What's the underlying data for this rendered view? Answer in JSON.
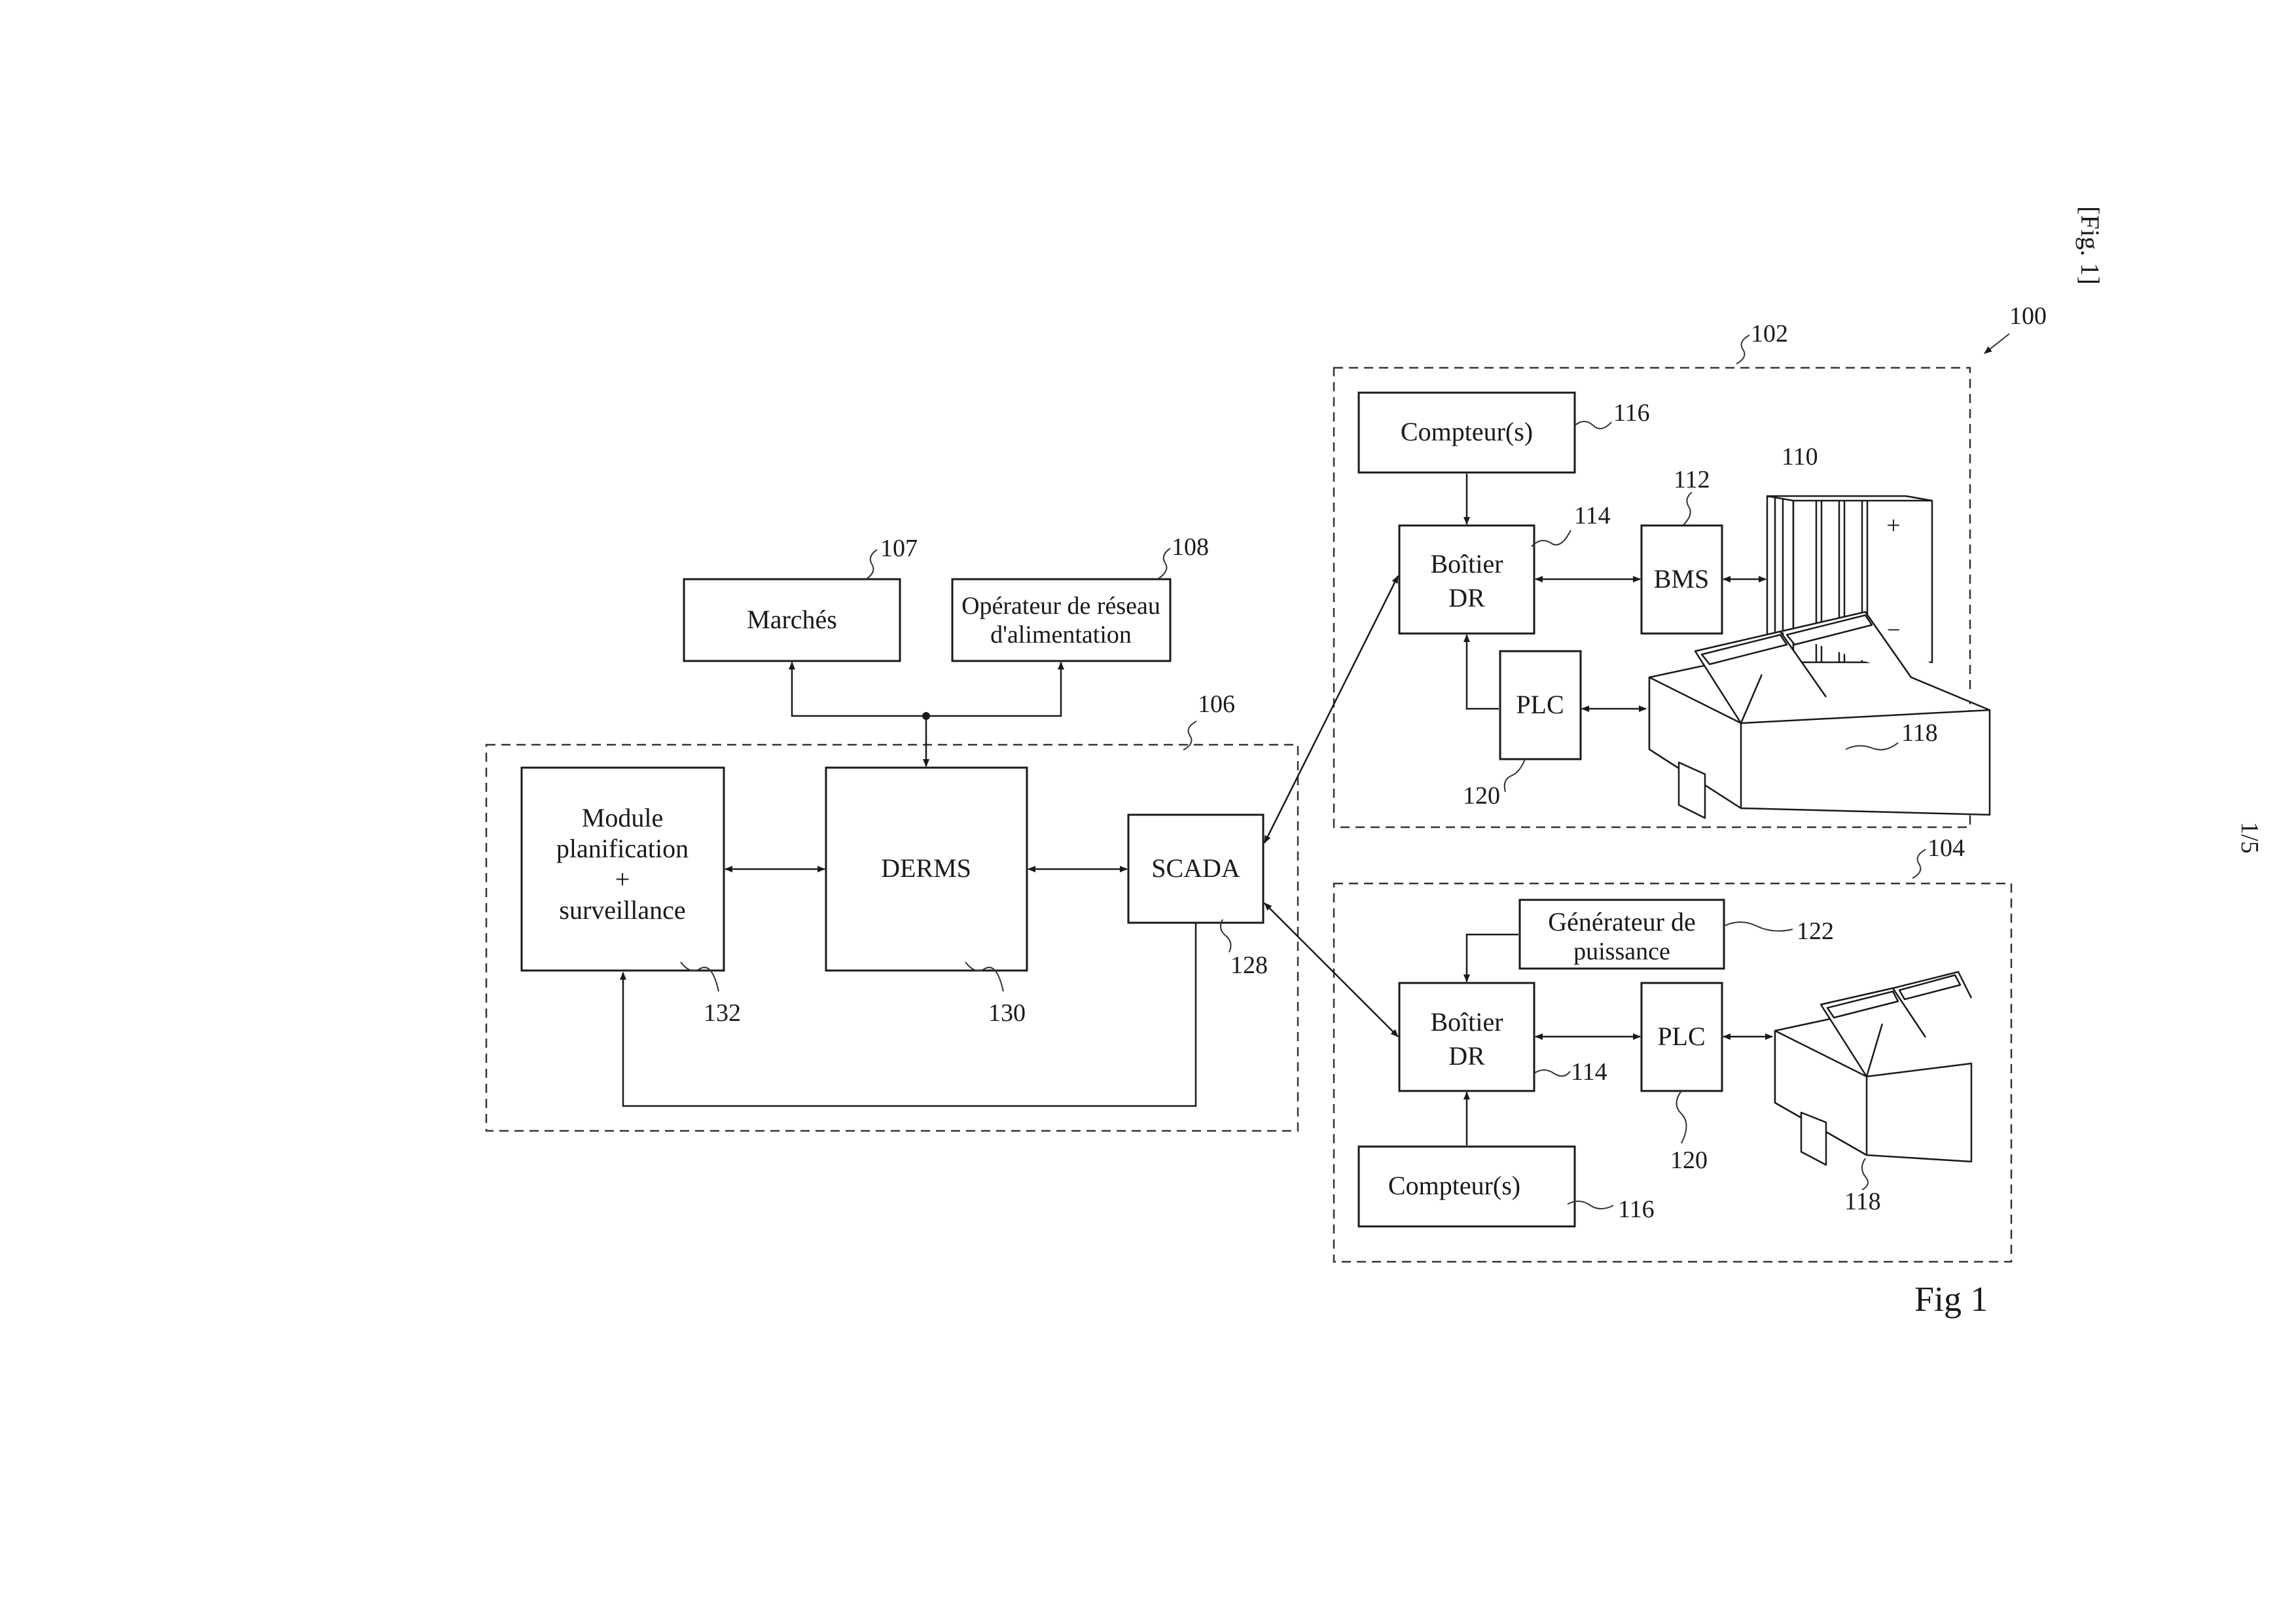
{
  "page": {
    "header_label": "[Fig. 1]",
    "page_number": "1/5",
    "figure_caption": "Fig 1"
  },
  "system_ref": "100",
  "central": {
    "ref": "106",
    "planning_module": {
      "line1": "Module",
      "line2": "planification",
      "line3": "+",
      "line4": "surveillance",
      "ref": "132"
    },
    "derms": {
      "label": "DERMS",
      "ref": "130"
    },
    "scada": {
      "label": "SCADA",
      "ref": "128"
    }
  },
  "external": {
    "markets": {
      "label": "Marchés",
      "ref": "107"
    },
    "grid_operator": {
      "line1": "Opérateur de réseau",
      "line2": "d'alimentation",
      "ref": "108"
    }
  },
  "site_a": {
    "ref": "102",
    "meter": {
      "label": "Compteur(s)",
      "ref": "116"
    },
    "dr_box": {
      "line1": "Boîtier",
      "line2": "DR",
      "ref": "114"
    },
    "bms": {
      "label": "BMS",
      "ref": "112"
    },
    "battery": {
      "ref": "110",
      "plus": "+",
      "minus": "−"
    },
    "plc": {
      "label": "PLC",
      "ref": "120"
    },
    "factory": {
      "ref": "118"
    }
  },
  "site_b": {
    "ref": "104",
    "generator": {
      "line1": "Générateur de",
      "line2": "puissance",
      "ref": "122"
    },
    "dr_box": {
      "line1": "Boîtier",
      "line2": "DR",
      "ref": "114"
    },
    "plc": {
      "label": "PLC",
      "ref": "120"
    },
    "meter": {
      "label": "Compteur(s)",
      "ref": "116"
    },
    "factory": {
      "ref": "118"
    }
  },
  "colors": {
    "ink": "#1a1a1a",
    "background": "#ffffff"
  }
}
